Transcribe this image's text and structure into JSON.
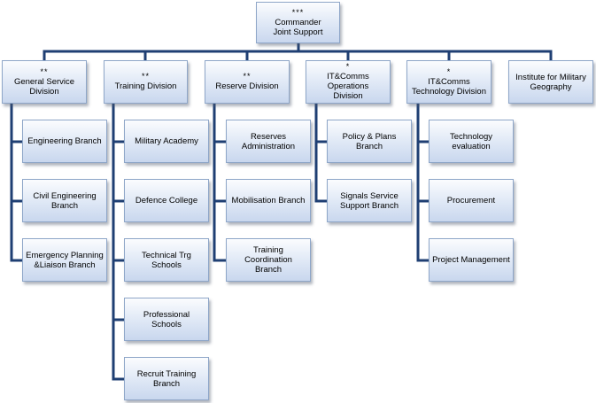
{
  "root": {
    "rank": "***",
    "line1": "Commander",
    "line2": "Joint Support"
  },
  "divisions": [
    {
      "rank": "**",
      "line1": "General Service",
      "line2": "Division",
      "branches": [
        {
          "line1": "Engineering Branch",
          "line2": ""
        },
        {
          "line1": "Civil Engineering",
          "line2": "Branch"
        },
        {
          "line1": "Emergency Planning",
          "line2": "&Liaison Branch"
        }
      ]
    },
    {
      "rank": "**",
      "line1": "Training Division",
      "line2": "",
      "branches": [
        {
          "line1": "Military Academy",
          "line2": ""
        },
        {
          "line1": "Defence College",
          "line2": ""
        },
        {
          "line1": "Technical Trg Schools",
          "line2": ""
        },
        {
          "line1": "Professional Schools",
          "line2": ""
        },
        {
          "line1": "Recruit Training",
          "line2": "Branch"
        }
      ]
    },
    {
      "rank": "**",
      "line1": "Reserve Division",
      "line2": "",
      "branches": [
        {
          "line1": "Reserves",
          "line2": "Administration"
        },
        {
          "line1": "Mobilisation Branch",
          "line2": ""
        },
        {
          "line1": "Training Coordination",
          "line2": "Branch"
        }
      ]
    },
    {
      "rank": "*",
      "line1": "IT&Comms Operations",
      "line2": "Division",
      "branches": [
        {
          "line1": "Policy & Plans Branch",
          "line2": ""
        },
        {
          "line1": "Signals Service",
          "line2": "Support Branch"
        }
      ]
    },
    {
      "rank": "*",
      "line1": "IT&Comms",
      "line2": "Technology Division",
      "branches": [
        {
          "line1": "Technology evaluation",
          "line2": ""
        },
        {
          "line1": "Procurement",
          "line2": ""
        },
        {
          "line1": "Project Management",
          "line2": ""
        }
      ]
    },
    {
      "rank": "",
      "line1": "Institute for Military",
      "line2": "Geography",
      "branches": []
    }
  ]
}
